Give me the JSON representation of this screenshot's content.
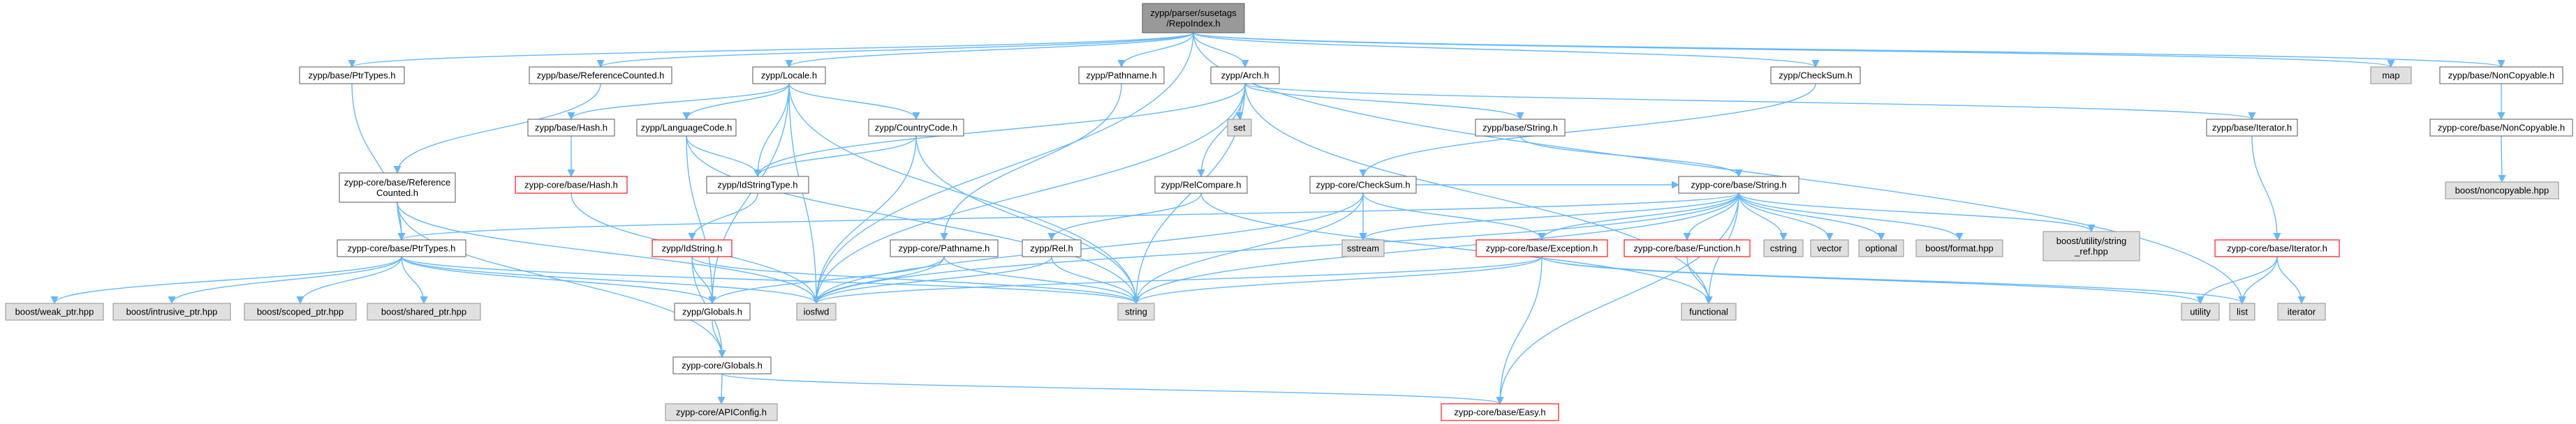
{
  "graph": {
    "colors": {
      "edge": "#63b8ff",
      "root_fill": "#999999",
      "node_fill": "#ffffff",
      "node_border": "#666666",
      "undocumented_border": "#ff0000",
      "system_fill": "#e0e0e0",
      "system_border": "#999999"
    },
    "nodes": [
      {
        "id": "root",
        "label": "zypp/parser/susetags\n/RepoIndex.h",
        "kind": "root"
      },
      {
        "id": "ptrtypes",
        "label": "zypp/base/PtrTypes.h",
        "kind": "normal"
      },
      {
        "id": "refcounted",
        "label": "zypp/base/ReferenceCounted.h",
        "kind": "normal"
      },
      {
        "id": "locale",
        "label": "zypp/Locale.h",
        "kind": "normal"
      },
      {
        "id": "pathname",
        "label": "zypp/Pathname.h",
        "kind": "normal"
      },
      {
        "id": "arch",
        "label": "zypp/Arch.h",
        "kind": "normal"
      },
      {
        "id": "checksum",
        "label": "zypp/CheckSum.h",
        "kind": "normal"
      },
      {
        "id": "map",
        "label": "map",
        "kind": "system"
      },
      {
        "id": "noncopyable",
        "label": "zypp/base/NonCopyable.h",
        "kind": "normal"
      },
      {
        "id": "hash",
        "label": "zypp/base/Hash.h",
        "kind": "normal"
      },
      {
        "id": "languagecode",
        "label": "zypp/LanguageCode.h",
        "kind": "normal"
      },
      {
        "id": "countrycode",
        "label": "zypp/CountryCode.h",
        "kind": "normal"
      },
      {
        "id": "set",
        "label": "set",
        "kind": "system"
      },
      {
        "id": "basestring",
        "label": "zypp/base/String.h",
        "kind": "normal"
      },
      {
        "id": "baseiterator",
        "label": "zypp/base/Iterator.h",
        "kind": "normal"
      },
      {
        "id": "corenoncopyable",
        "label": "zypp-core/base/NonCopyable.h",
        "kind": "normal"
      },
      {
        "id": "boostnoncopyable",
        "label": "boost/noncopyable.hpp",
        "kind": "system"
      },
      {
        "id": "coreref",
        "label": "zypp-core/base/Reference\nCounted.h",
        "kind": "normal"
      },
      {
        "id": "corehash",
        "label": "zypp-core/base/Hash.h",
        "kind": "undocumented"
      },
      {
        "id": "idstringtype",
        "label": "zypp/IdStringType.h",
        "kind": "normal"
      },
      {
        "id": "relcompare",
        "label": "zypp/RelCompare.h",
        "kind": "normal"
      },
      {
        "id": "corechecksum",
        "label": "zypp-core/CheckSum.h",
        "kind": "normal"
      },
      {
        "id": "corestring",
        "label": "zypp-core/base/String.h",
        "kind": "normal"
      },
      {
        "id": "coreiterator",
        "label": "zypp-core/base/Iterator.h",
        "kind": "undocumented"
      },
      {
        "id": "coreptrtypes",
        "label": "zypp-core/base/PtrTypes.h",
        "kind": "normal"
      },
      {
        "id": "idstring",
        "label": "zypp/IdString.h",
        "kind": "undocumented"
      },
      {
        "id": "corepathname",
        "label": "zypp-core/Pathname.h",
        "kind": "normal"
      },
      {
        "id": "rel",
        "label": "zypp/Rel.h",
        "kind": "normal"
      },
      {
        "id": "coreexception",
        "label": "zypp-core/base/Exception.h",
        "kind": "undocumented"
      },
      {
        "id": "corefunction",
        "label": "zypp-core/base/Function.h",
        "kind": "undocumented"
      },
      {
        "id": "sstream",
        "label": "sstream",
        "kind": "system"
      },
      {
        "id": "cstring",
        "label": "cstring",
        "kind": "system"
      },
      {
        "id": "vector",
        "label": "vector",
        "kind": "system"
      },
      {
        "id": "optional",
        "label": "optional",
        "kind": "system"
      },
      {
        "id": "boostformat",
        "label": "boost/format.hpp",
        "kind": "system"
      },
      {
        "id": "boostutilstring",
        "label": "boost/utility/string\n_ref.hpp",
        "kind": "system"
      },
      {
        "id": "boostweak",
        "label": "boost/weak_ptr.hpp",
        "kind": "system"
      },
      {
        "id": "boostintrusive",
        "label": "boost/intrusive_ptr.hpp",
        "kind": "system"
      },
      {
        "id": "boostscoped",
        "label": "boost/scoped_ptr.hpp",
        "kind": "system"
      },
      {
        "id": "boostshared",
        "label": "boost/shared_ptr.hpp",
        "kind": "system"
      },
      {
        "id": "zyppglobals",
        "label": "zypp/Globals.h",
        "kind": "normal"
      },
      {
        "id": "iosfwd",
        "label": "iosfwd",
        "kind": "system"
      },
      {
        "id": "string",
        "label": "string",
        "kind": "system"
      },
      {
        "id": "functional",
        "label": "functional",
        "kind": "system"
      },
      {
        "id": "utility",
        "label": "utility",
        "kind": "system"
      },
      {
        "id": "list",
        "label": "list",
        "kind": "system"
      },
      {
        "id": "iteratorstd",
        "label": "iterator",
        "kind": "system"
      },
      {
        "id": "coreglobals",
        "label": "zypp-core/Globals.h",
        "kind": "normal"
      },
      {
        "id": "apiconfig",
        "label": "zypp-core/APIConfig.h",
        "kind": "system"
      },
      {
        "id": "easy",
        "label": "zypp-core/base/Easy.h",
        "kind": "undocumented"
      }
    ],
    "edges": [
      [
        "root",
        "ptrtypes"
      ],
      [
        "root",
        "refcounted"
      ],
      [
        "root",
        "locale"
      ],
      [
        "root",
        "pathname"
      ],
      [
        "root",
        "arch"
      ],
      [
        "root",
        "checksum"
      ],
      [
        "root",
        "map"
      ],
      [
        "root",
        "noncopyable"
      ],
      [
        "root",
        "iosfwd"
      ],
      [
        "root",
        "list"
      ],
      [
        "ptrtypes",
        "coreptrtypes"
      ],
      [
        "refcounted",
        "coreref"
      ],
      [
        "locale",
        "hash"
      ],
      [
        "locale",
        "languagecode"
      ],
      [
        "locale",
        "countrycode"
      ],
      [
        "locale",
        "idstringtype"
      ],
      [
        "locale",
        "zyppglobals"
      ],
      [
        "locale",
        "iosfwd"
      ],
      [
        "locale",
        "string"
      ],
      [
        "pathname",
        "corepathname"
      ],
      [
        "arch",
        "set"
      ],
      [
        "arch",
        "basestring"
      ],
      [
        "arch",
        "baseiterator"
      ],
      [
        "arch",
        "idstringtype"
      ],
      [
        "arch",
        "relcompare"
      ],
      [
        "arch",
        "iosfwd"
      ],
      [
        "arch",
        "string"
      ],
      [
        "arch",
        "functional"
      ],
      [
        "checksum",
        "corechecksum"
      ],
      [
        "noncopyable",
        "corenoncopyable"
      ],
      [
        "corenoncopyable",
        "boostnoncopyable"
      ],
      [
        "hash",
        "corehash"
      ],
      [
        "languagecode",
        "idstringtype"
      ],
      [
        "languagecode",
        "zyppglobals"
      ],
      [
        "languagecode",
        "string"
      ],
      [
        "countrycode",
        "idstringtype"
      ],
      [
        "countrycode",
        "iosfwd"
      ],
      [
        "countrycode",
        "string"
      ],
      [
        "basestring",
        "corestring"
      ],
      [
        "baseiterator",
        "coreiterator"
      ],
      [
        "coreref",
        "coreptrtypes"
      ],
      [
        "coreref",
        "iosfwd"
      ],
      [
        "coreref",
        "coreglobals"
      ],
      [
        "corehash",
        "iosfwd"
      ],
      [
        "idstringtype",
        "idstring"
      ],
      [
        "relcompare",
        "rel"
      ],
      [
        "relcompare",
        "functional"
      ],
      [
        "corechecksum",
        "corestring"
      ],
      [
        "corechecksum",
        "coreexception"
      ],
      [
        "corechecksum",
        "sstream"
      ],
      [
        "corechecksum",
        "iosfwd"
      ],
      [
        "corechecksum",
        "string"
      ],
      [
        "corestring",
        "coreptrtypes"
      ],
      [
        "corestring",
        "coreexception"
      ],
      [
        "corestring",
        "corefunction"
      ],
      [
        "corestring",
        "sstream"
      ],
      [
        "corestring",
        "cstring"
      ],
      [
        "corestring",
        "vector"
      ],
      [
        "corestring",
        "optional"
      ],
      [
        "corestring",
        "boostformat"
      ],
      [
        "corestring",
        "boostutilstring"
      ],
      [
        "corestring",
        "iosfwd"
      ],
      [
        "corestring",
        "string"
      ],
      [
        "corestring",
        "functional"
      ],
      [
        "corestring",
        "easy"
      ],
      [
        "coreiterator",
        "utility"
      ],
      [
        "coreiterator",
        "list"
      ],
      [
        "coreiterator",
        "iteratorstd"
      ],
      [
        "coreptrtypes",
        "boostweak"
      ],
      [
        "coreptrtypes",
        "boostintrusive"
      ],
      [
        "coreptrtypes",
        "boostscoped"
      ],
      [
        "coreptrtypes",
        "boostshared"
      ],
      [
        "coreptrtypes",
        "zyppglobals"
      ],
      [
        "coreptrtypes",
        "iosfwd"
      ],
      [
        "coreptrtypes",
        "string"
      ],
      [
        "idstring",
        "zyppglobals"
      ],
      [
        "idstring",
        "string"
      ],
      [
        "idstring",
        "coreglobals"
      ],
      [
        "corepathname",
        "iosfwd"
      ],
      [
        "corepathname",
        "string"
      ],
      [
        "corepathname",
        "zyppglobals"
      ],
      [
        "rel",
        "iosfwd"
      ],
      [
        "rel",
        "string"
      ],
      [
        "coreexception",
        "iosfwd"
      ],
      [
        "coreexception",
        "string"
      ],
      [
        "coreexception",
        "list"
      ],
      [
        "coreexception",
        "utility"
      ],
      [
        "coreexception",
        "easy"
      ],
      [
        "corefunction",
        "functional"
      ],
      [
        "zyppglobals",
        "coreglobals"
      ],
      [
        "coreglobals",
        "apiconfig"
      ],
      [
        "coreglobals",
        "easy"
      ]
    ]
  }
}
